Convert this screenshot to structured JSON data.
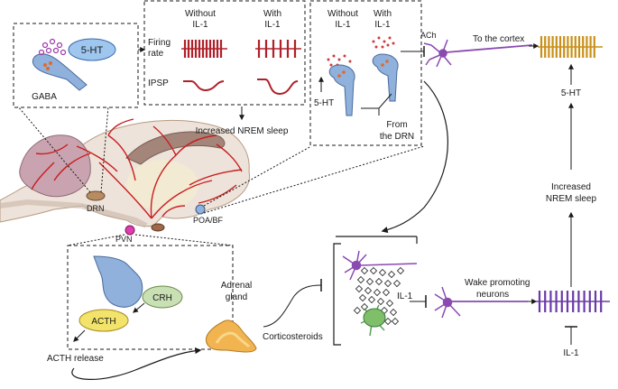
{
  "labels": {
    "gaba": "GABA",
    "five_ht_top": "5-HT",
    "firing_rate_line1": "Firing",
    "firing_rate_line2": "rate",
    "ipsp": "IPSP",
    "without_il1_line1": "Without",
    "without_il1_line2": "IL-1",
    "with_il1_line1": "With",
    "with_il1_line2": "IL-1",
    "increased_nrem_top": "Increased NREM sleep",
    "ach": "ACh",
    "to_cortex": "To the cortex",
    "five_ht_mid": "5-HT",
    "from_drn_line1": "From",
    "from_drn_line2": "the DRN",
    "five_ht_right": "5-HT",
    "increased_right_line1": "Increased",
    "increased_right_line2": "NREM sleep",
    "il1_right": "IL-1",
    "drn": "DRN",
    "pvn": "PVN",
    "poa_bf": "POA/BF",
    "crh": "CRH",
    "acth": "ACTH",
    "acth_release": "ACTH release",
    "adrenal_line1": "Adrenal",
    "adrenal_line2": "gland",
    "corticosteroids": "Corticosteroids",
    "il1_center": "IL-1",
    "wake_line1": "Wake promoting",
    "wake_line2": "neurons"
  },
  "colors": {
    "neuron_blue": "#8fb1dc",
    "serotonin_bubble": "#9ec6ee",
    "firing_red": "#b0202a",
    "cortex_gold": "#c8901a",
    "wake_purple": "#6a3aa8",
    "purple_neuron": "#8a4ab0",
    "acth_yellow": "#f2e36a",
    "crh_green": "#c9dfb4",
    "vessel_red": "#c81e1e",
    "green_cell": "#7fbf6a",
    "adrenal_orange": "#f2b450"
  }
}
